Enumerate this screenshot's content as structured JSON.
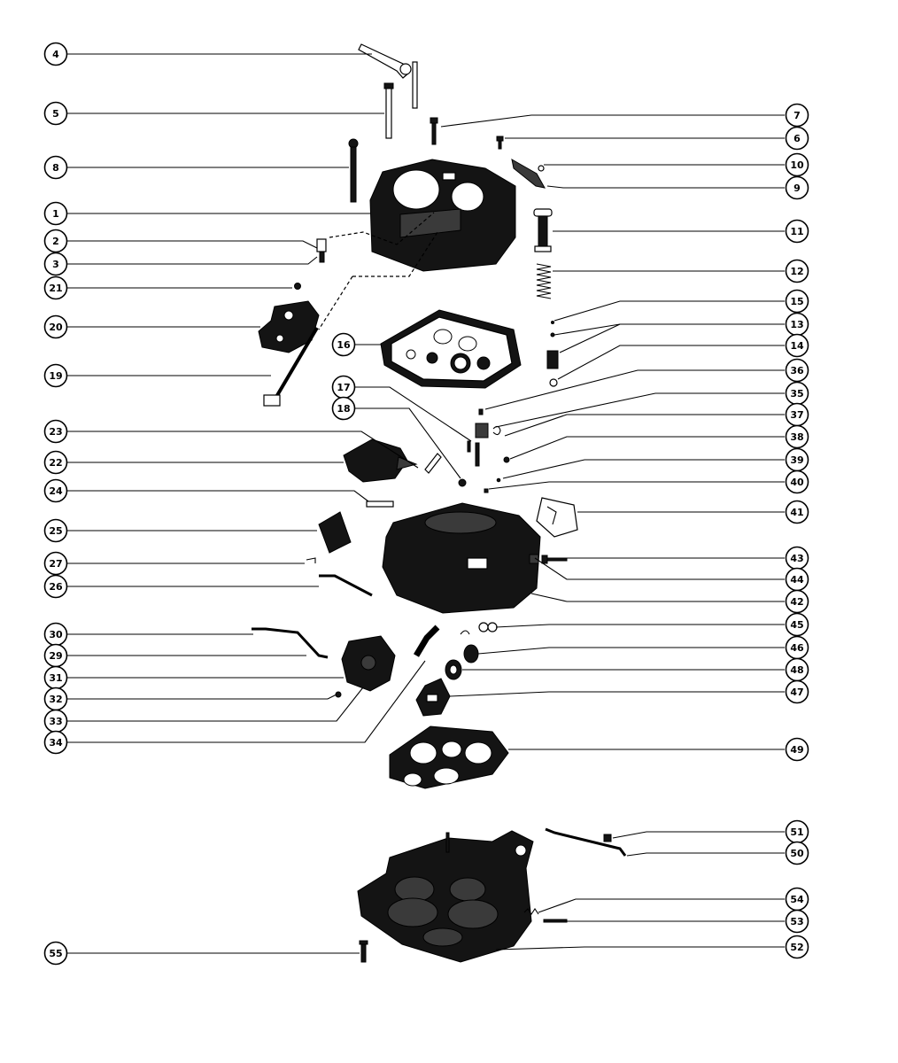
{
  "callouts": {
    "left": [
      "4",
      "5",
      "8",
      "1",
      "2",
      "3",
      "21",
      "20",
      "19",
      "23",
      "22",
      "24",
      "25",
      "27",
      "26",
      "30",
      "29",
      "31",
      "32",
      "33",
      "34",
      "55"
    ],
    "right": [
      "7",
      "6",
      "10",
      "9",
      "11",
      "12",
      "15",
      "13",
      "14",
      "36",
      "35",
      "37",
      "38",
      "39",
      "40",
      "41",
      "43",
      "44",
      "42",
      "45",
      "46",
      "48",
      "47",
      "49",
      "51",
      "50",
      "54",
      "53",
      "52"
    ],
    "inner": [
      "16",
      "17",
      "18"
    ]
  },
  "colors": {
    "ink": "#000000",
    "paper": "#ffffff"
  },
  "icons": {
    "callout": "numbered-circle"
  }
}
